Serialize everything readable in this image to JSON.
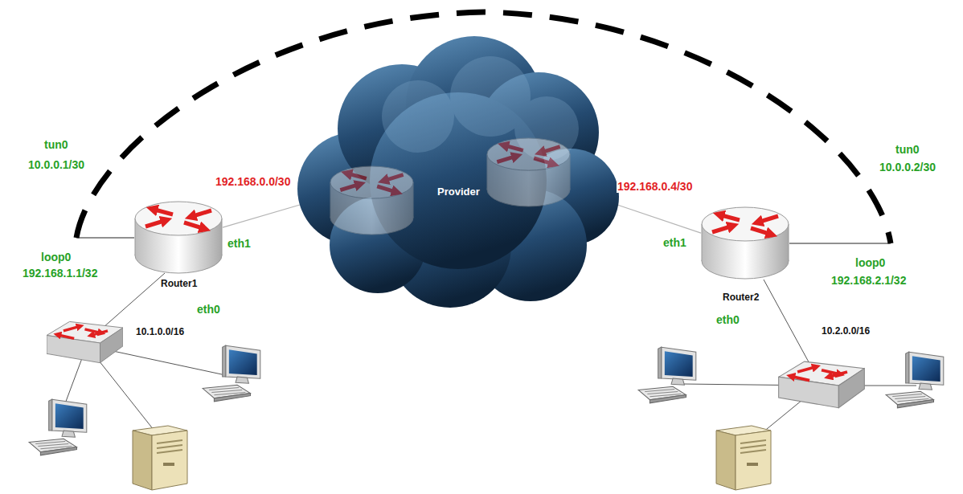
{
  "diagram": {
    "nodes": [
      {
        "text": [
          "Router1"
        ]
      },
      {
        "text": [
          "Provider"
        ]
      },
      {
        "text": [
          "Router2"
        ]
      }
    ],
    "edges": [
      {
        "from": 0,
        "to": 1,
        "arrow": "none"
      },
      {
        "from": 1,
        "to": 2,
        "arrow": "none"
      },
      {
        "from": 0,
        "to": 2,
        "arrow": "none"
      }
    ],
    "labels": [
      "tun0",
      "10.0.0.1/30",
      "loop0",
      "192.168.1.1/32",
      "192.168.0.0/30",
      "eth1",
      "eth0",
      "10.1.0.0/16",
      "192.168.0.4/30",
      "eth1",
      "tun0",
      "10.0.0.2/30",
      "loop0",
      "192.168.2.1/32",
      "eth0",
      "10.2.0.0/16"
    ]
  }
}
